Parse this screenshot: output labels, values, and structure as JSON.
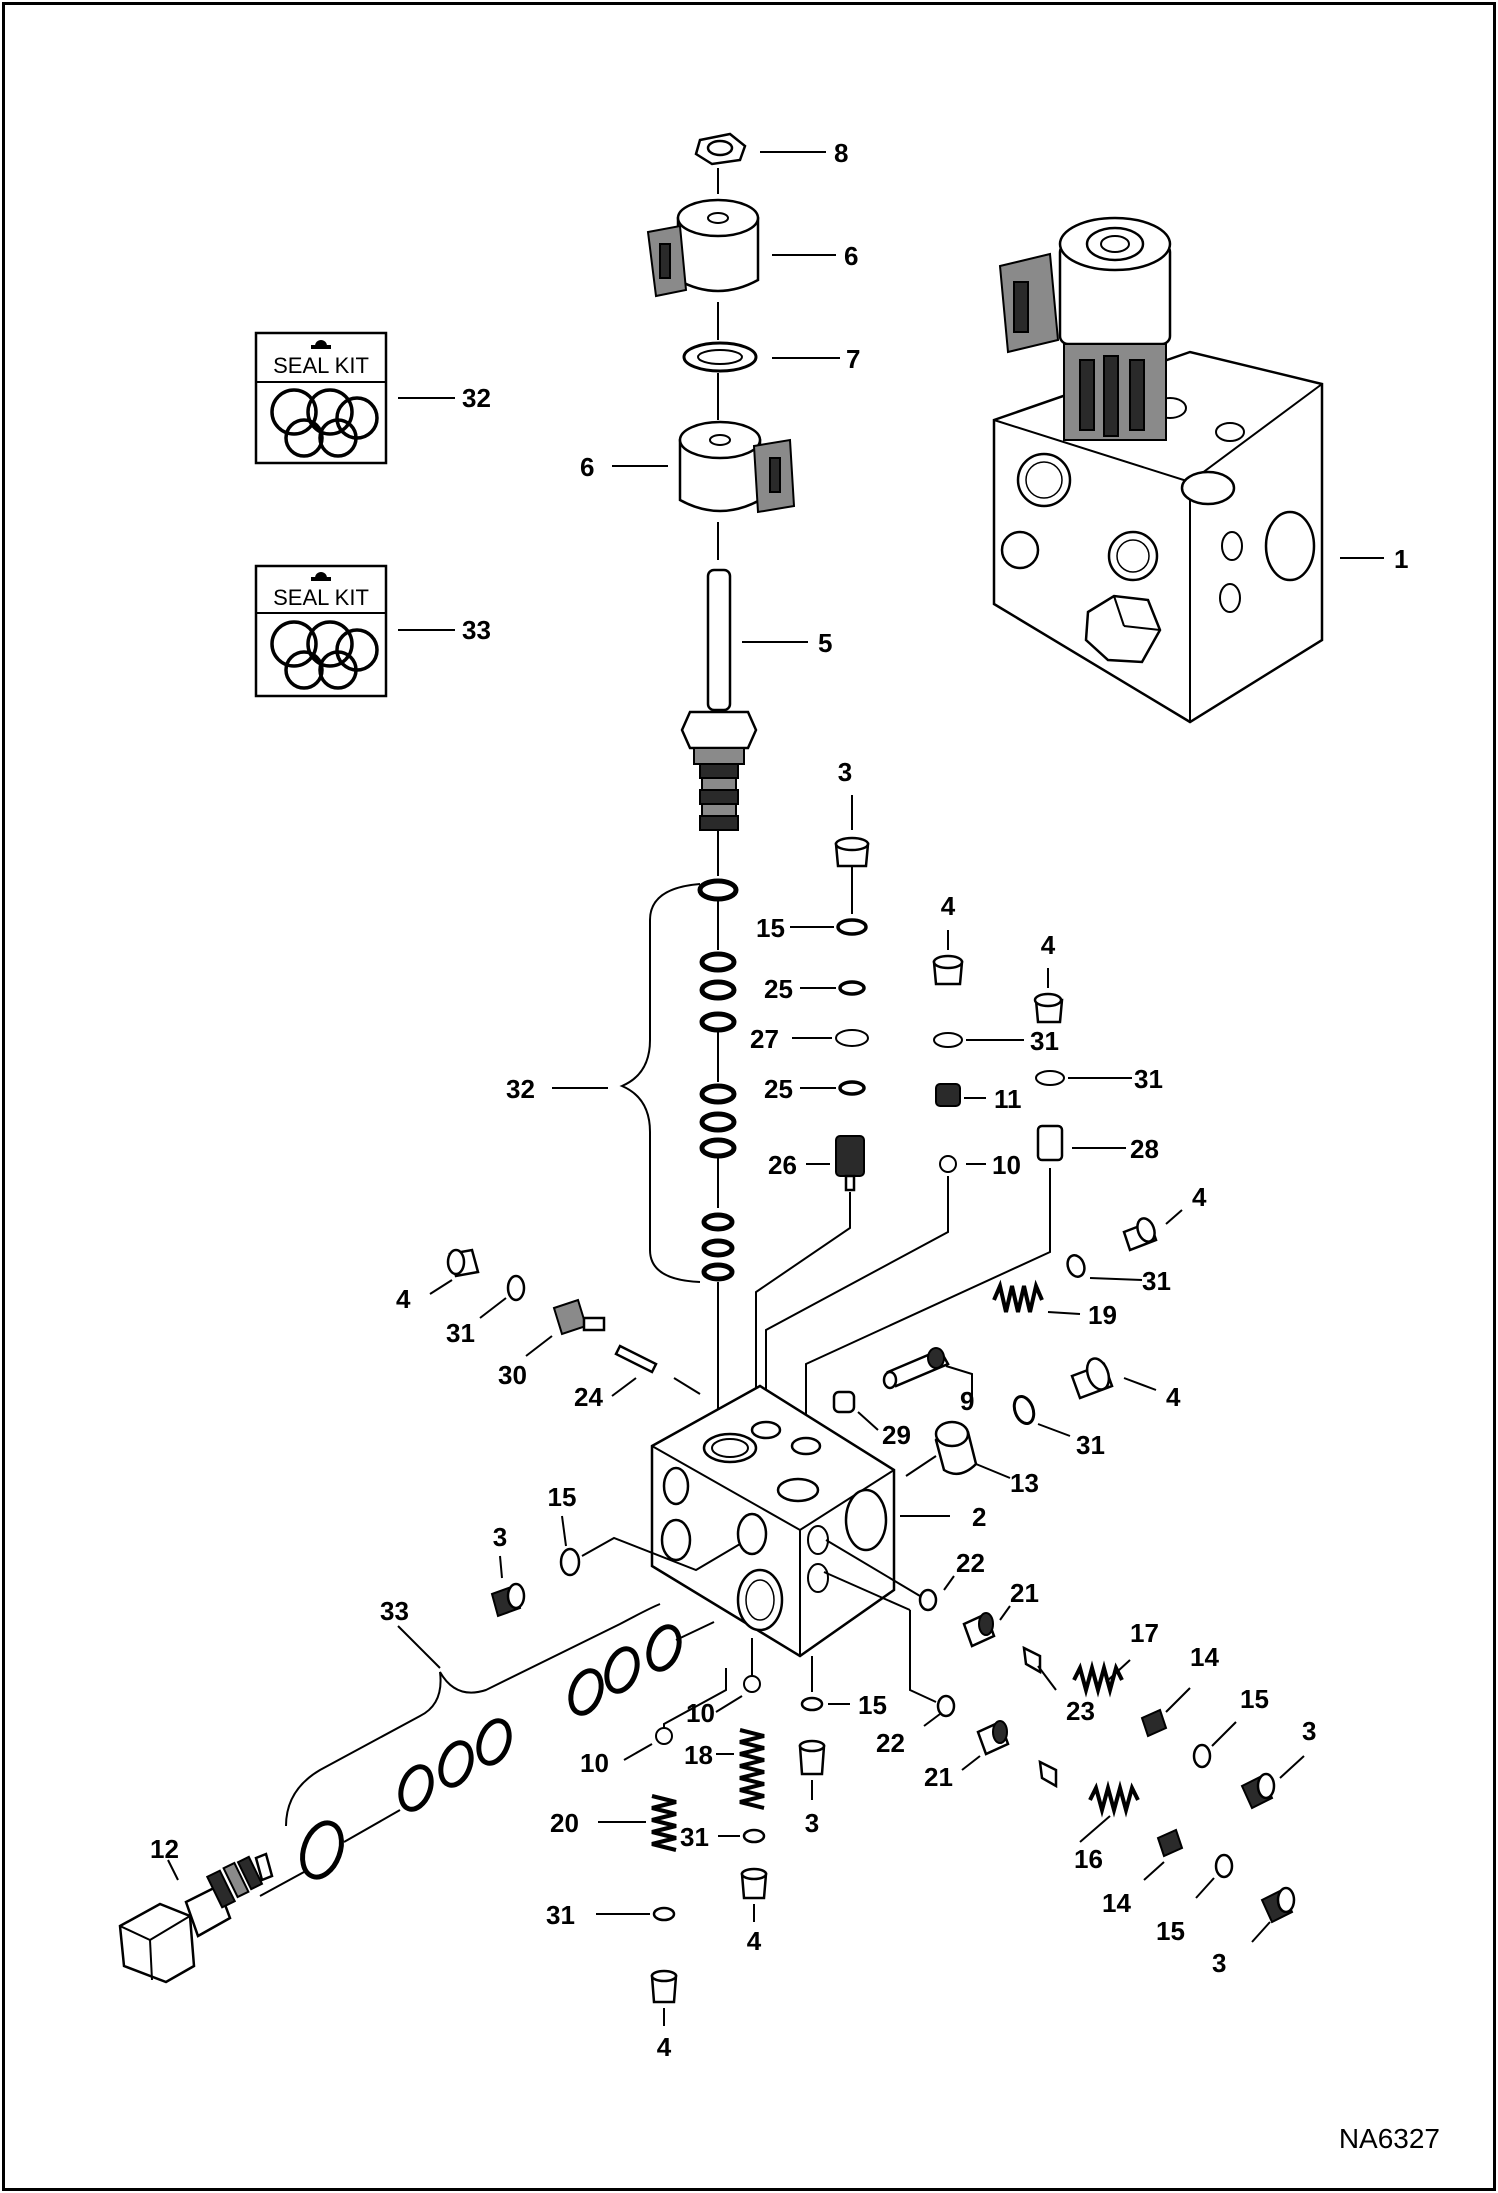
{
  "drawing_ref": "NA6327",
  "seal_kits": [
    {
      "label": "SEAL KIT",
      "callout": "32"
    },
    {
      "label": "SEAL KIT",
      "callout": "33"
    }
  ],
  "callouts": {
    "c8": "8",
    "c6a": "6",
    "c7": "7",
    "c6b": "6",
    "c5": "5",
    "c1": "1",
    "c3a": "3",
    "c15a": "15",
    "c25a": "25",
    "c27": "27",
    "c25b": "25",
    "c26": "26",
    "c4a": "4",
    "c31a": "31",
    "c11": "11",
    "c10a": "10",
    "c4b": "4",
    "c31b": "31",
    "c28": "28",
    "c32": "32",
    "c4c": "4",
    "c31c": "31",
    "c19": "19",
    "c4d": "4",
    "c31d": "31",
    "c30": "30",
    "c24": "24",
    "c9": "9",
    "c29": "29",
    "c4e": "4",
    "c31e": "31",
    "c13": "13",
    "c2": "2",
    "c15b": "15",
    "c3b": "3",
    "c22a": "22",
    "c21a": "21",
    "c17": "17",
    "c14a": "14",
    "c15c": "15",
    "c3c": "3",
    "c33": "33",
    "c10b": "10",
    "c15d": "15",
    "c23": "23",
    "c10c": "10",
    "c18": "18",
    "c22b": "22",
    "c21b": "21",
    "c20": "20",
    "c31f": "31",
    "c3d": "3",
    "c16": "16",
    "c12": "12",
    "c14b": "14",
    "c15e": "15",
    "c3e": "3",
    "c31g": "31",
    "c4f": "4",
    "c4g": "4"
  }
}
